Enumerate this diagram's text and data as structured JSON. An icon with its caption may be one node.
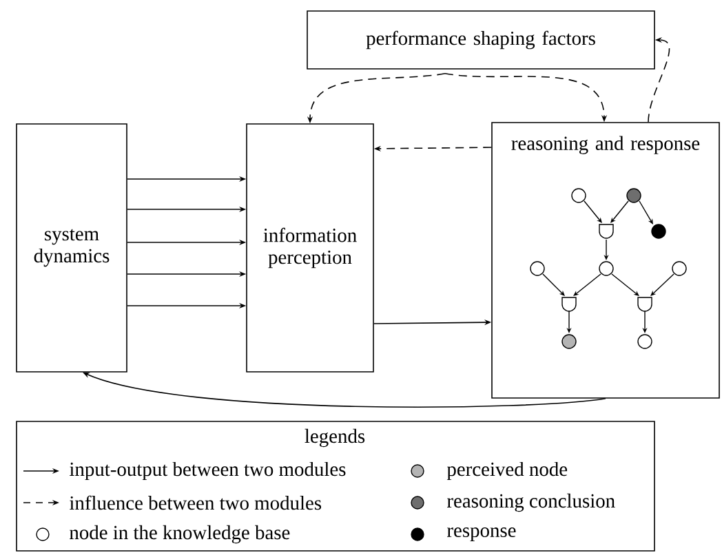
{
  "diagram": {
    "nodes": [
      {
        "text": [
          "performance shaping factors"
        ]
      },
      {
        "text": [
          "system dynamics"
        ]
      },
      {
        "text": [
          "information perception"
        ]
      },
      {
        "text": [
          "reasoning and response"
        ]
      }
    ],
    "edges": [
      {
        "from": 0,
        "to": 2,
        "arrow": "to",
        "style": "dashed"
      },
      {
        "from": 0,
        "to": 3,
        "arrow": "to",
        "style": "dashed"
      },
      {
        "from": 3,
        "to": 0,
        "arrow": "to",
        "style": "dashed"
      },
      {
        "from": 3,
        "to": 2,
        "arrow": "to",
        "style": "dashed"
      },
      {
        "from": 1,
        "to": 2,
        "arrow": "to"
      },
      {
        "from": 1,
        "to": 2,
        "arrow": "to"
      },
      {
        "from": 1,
        "to": 2,
        "arrow": "to"
      },
      {
        "from": 1,
        "to": 2,
        "arrow": "to"
      },
      {
        "from": 1,
        "to": 2,
        "arrow": "to"
      },
      {
        "from": 2,
        "to": 3,
        "arrow": "to"
      },
      {
        "from": 3,
        "to": 1,
        "arrow": "to"
      }
    ],
    "labels": [
      "legends"
    ],
    "legend": [
      {
        "text": "input-output between two modules"
      },
      {
        "text": "perceived node",
        "color": "#b4b4b4"
      },
      {
        "text": "influence between two modules"
      },
      {
        "text": "reasoning conclusion",
        "color": "#6e6e6e"
      },
      {
        "text": "node in the knowledge base"
      },
      {
        "text": "response",
        "color": "#000000"
      }
    ]
  }
}
